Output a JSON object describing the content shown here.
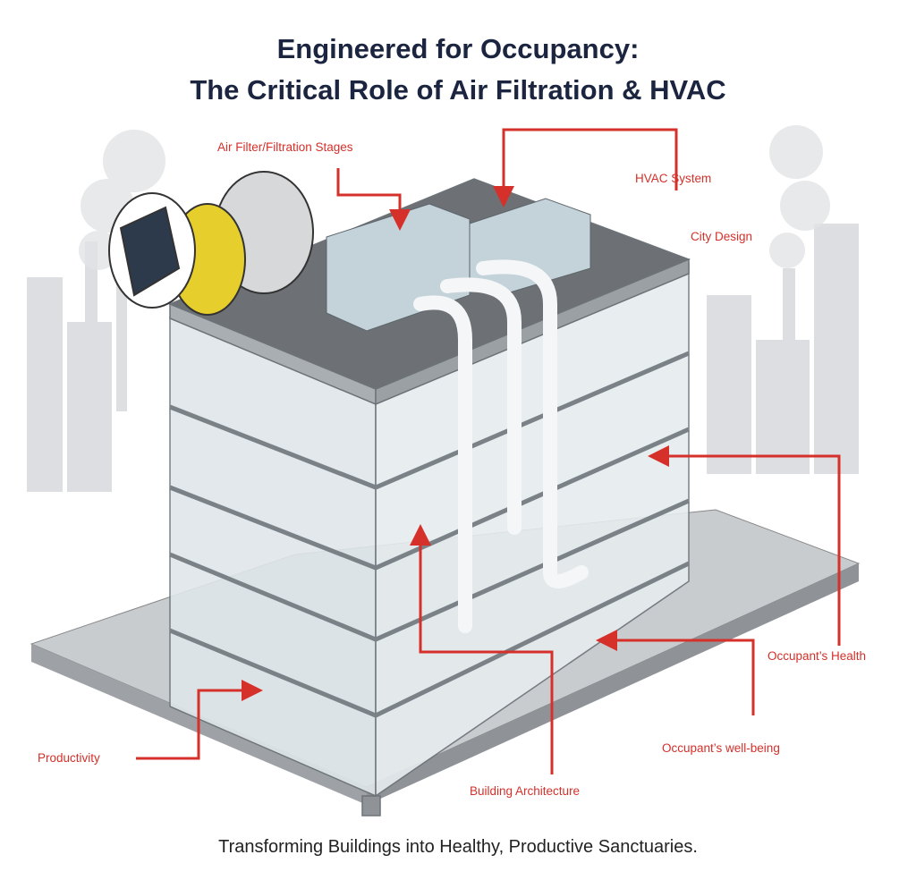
{
  "title": {
    "line1": "Engineered for Occupancy:",
    "line2": "The Critical Role of Air Filtration & HVAC"
  },
  "labels": {
    "air_filter": "Air Filter/Filtration Stages",
    "hvac": "HVAC System",
    "city": "City Design",
    "health": "Occupant’s Health",
    "wellbeing": "Occupant’s well-being",
    "productivity": "Productivity",
    "architecture": "Building Architecture"
  },
  "subtitle": "Transforming Buildings into Healthy, Productive Sanctuaries.",
  "colors": {
    "accent": "#d5302a",
    "title": "#1b2540",
    "filter_yellow": "#e6cf2c"
  }
}
